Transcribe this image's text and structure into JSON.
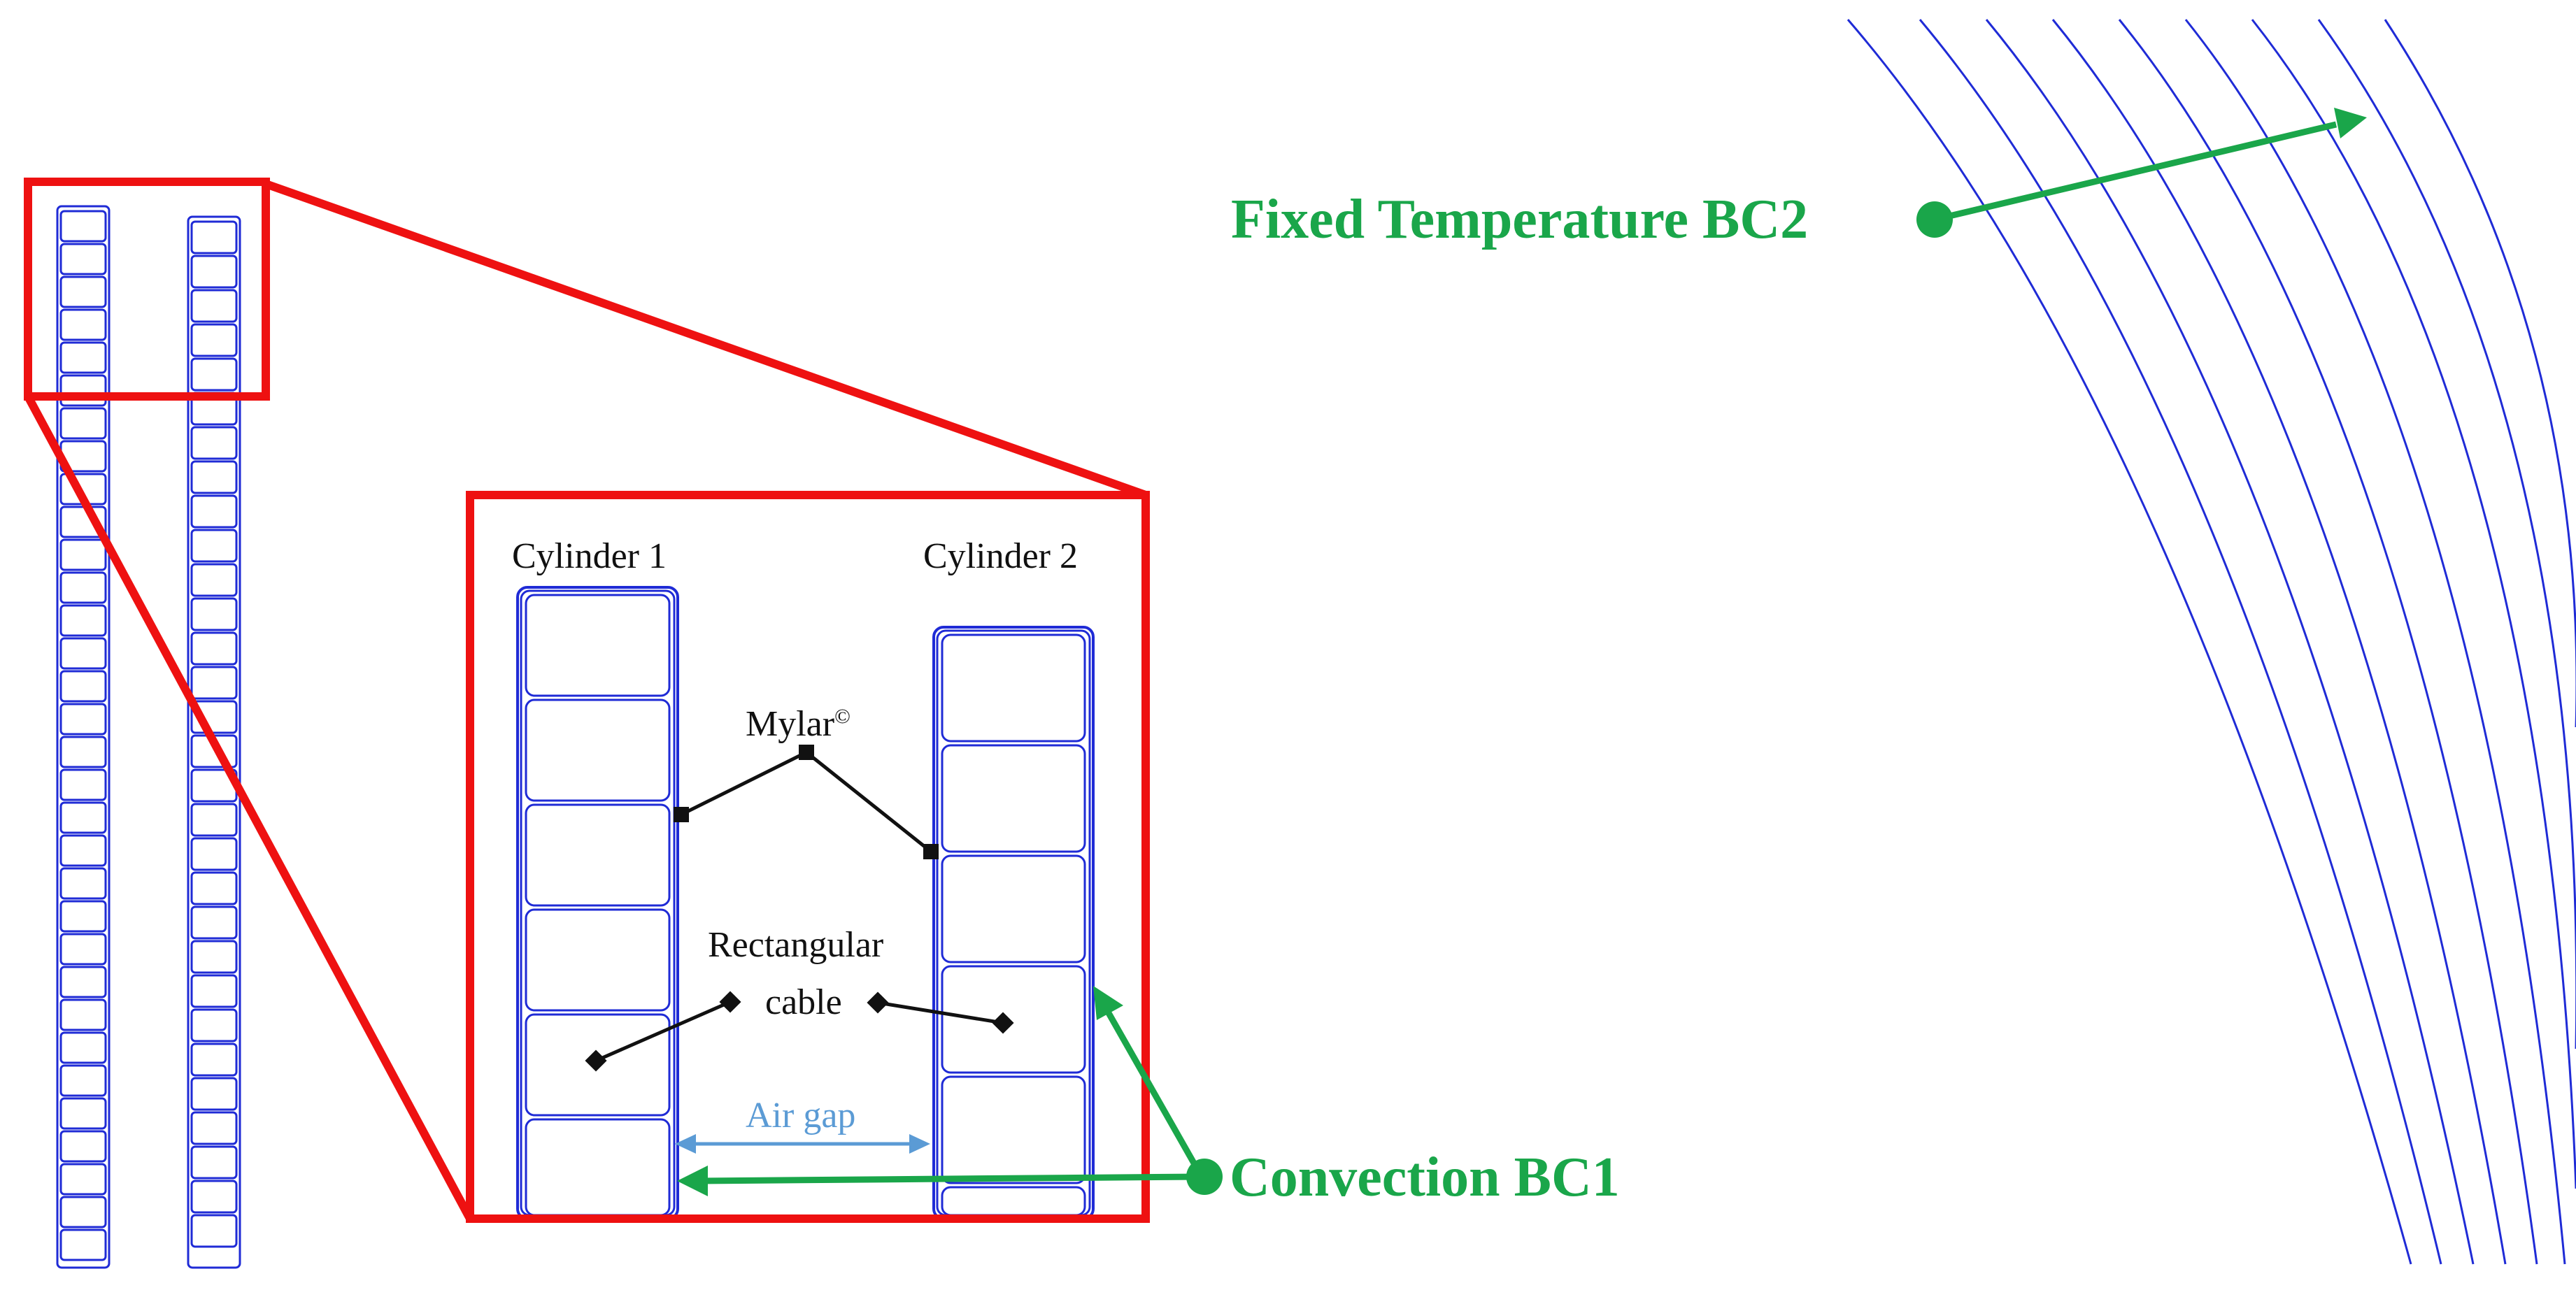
{
  "colors": {
    "mesh": "#1f2bd6",
    "zoom_box": "#ee1111",
    "callout": "#1aa64a",
    "air_gap": "#5b9bd5",
    "pointer": "#111111"
  },
  "labels": {
    "cylinder_1": "Cylinder 1",
    "cylinder_2": "Cylinder 2",
    "mylar": "Mylar",
    "mylar_mark": "©",
    "rectangular": "Rectangular",
    "cable": "cable",
    "air_gap": "Air gap",
    "convection": "Convection BC1",
    "fixed_temperature": "Fixed Temperature BC2"
  }
}
